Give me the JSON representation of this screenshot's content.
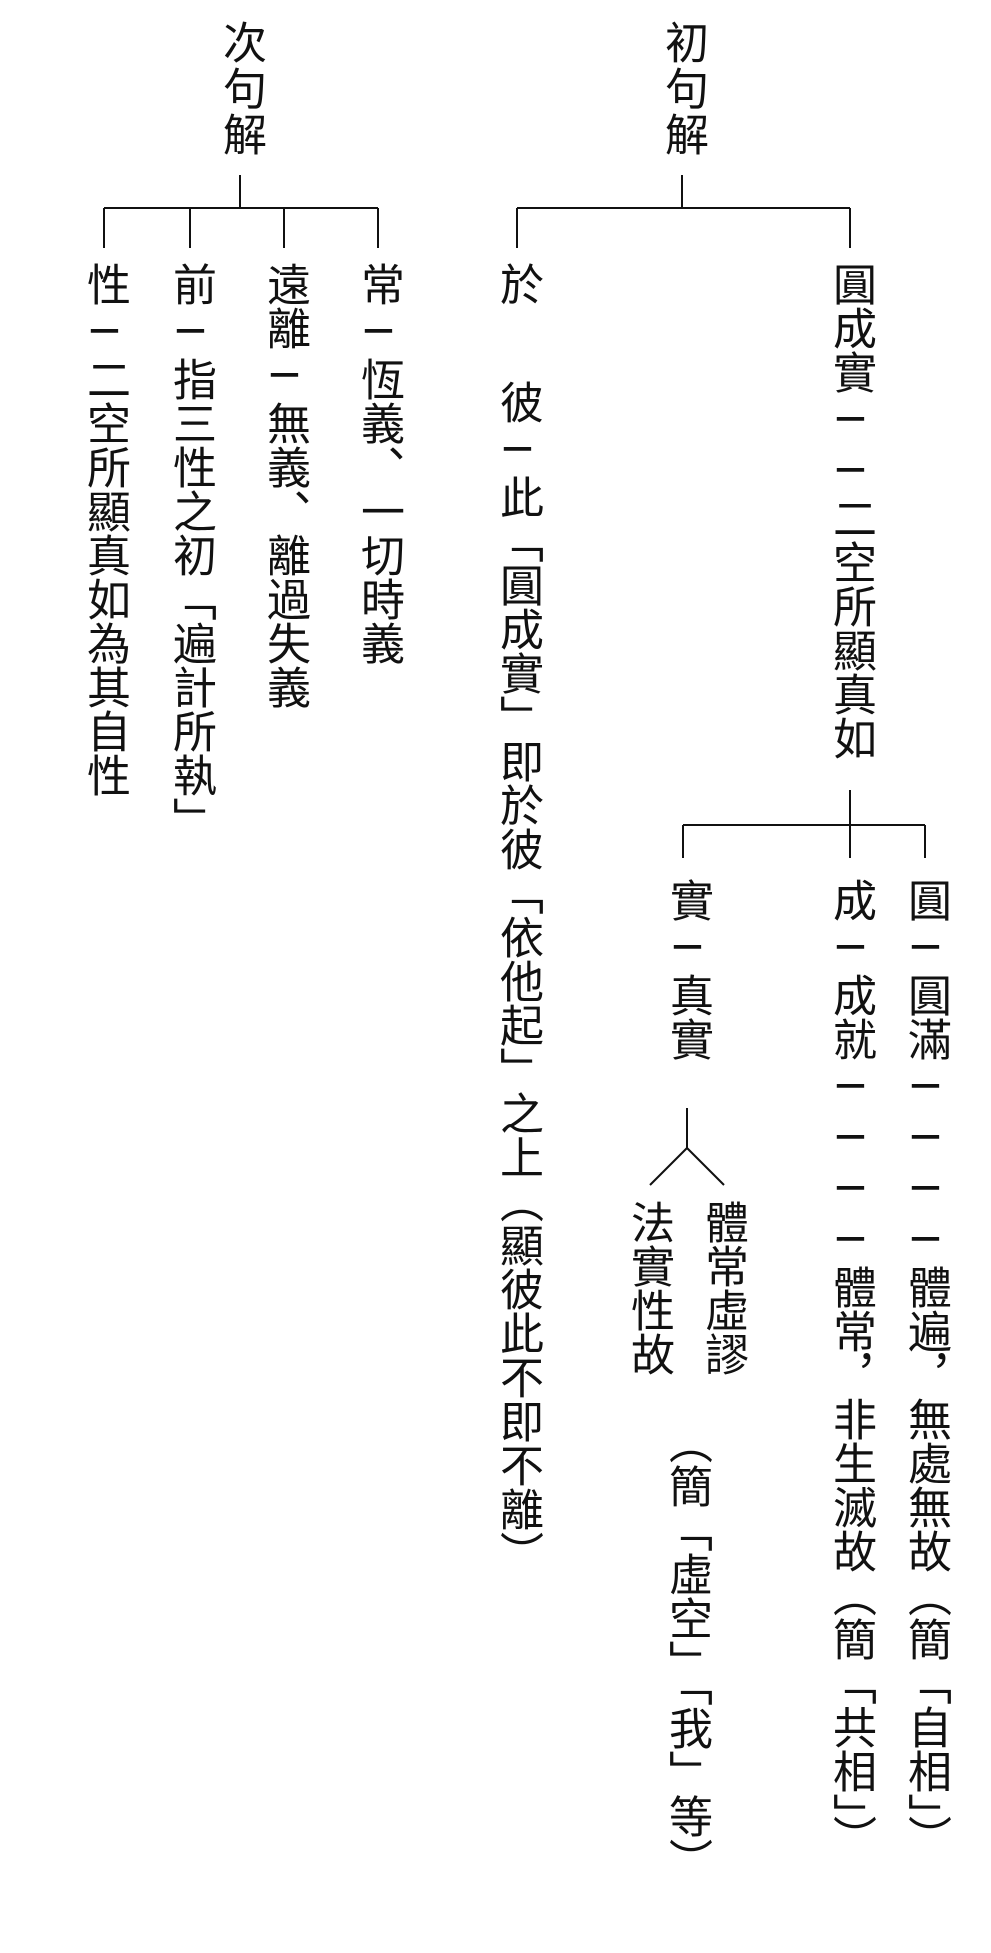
{
  "texts": {
    "n_first": "初句解",
    "n_second": "次句解",
    "yuan_root": "圓成實──二空所顯真如",
    "yuan_1": "圓─圓滿────體遍，無處無故（簡「自相」）",
    "yuan_2": "成─成就────體常，非生滅故（簡「共相」）",
    "yuan_3a": "實─真實",
    "yuan_3b1": "體常虛謬",
    "yuan_3b2": "法實性故",
    "yuan_3c": "（簡「虛空」「我」等）",
    "yu_1": "於",
    "yu_2": "彼─此「圓成實」即於彼「依他起」之上（顯彼此不即不離）",
    "s_1": "常─恆義、一切時義",
    "s_2": "遠離─無義、離過失義",
    "s_3": "前─指三性之初「遍計所執」",
    "s_4": "性─二空所顯真如為其自性"
  }
}
